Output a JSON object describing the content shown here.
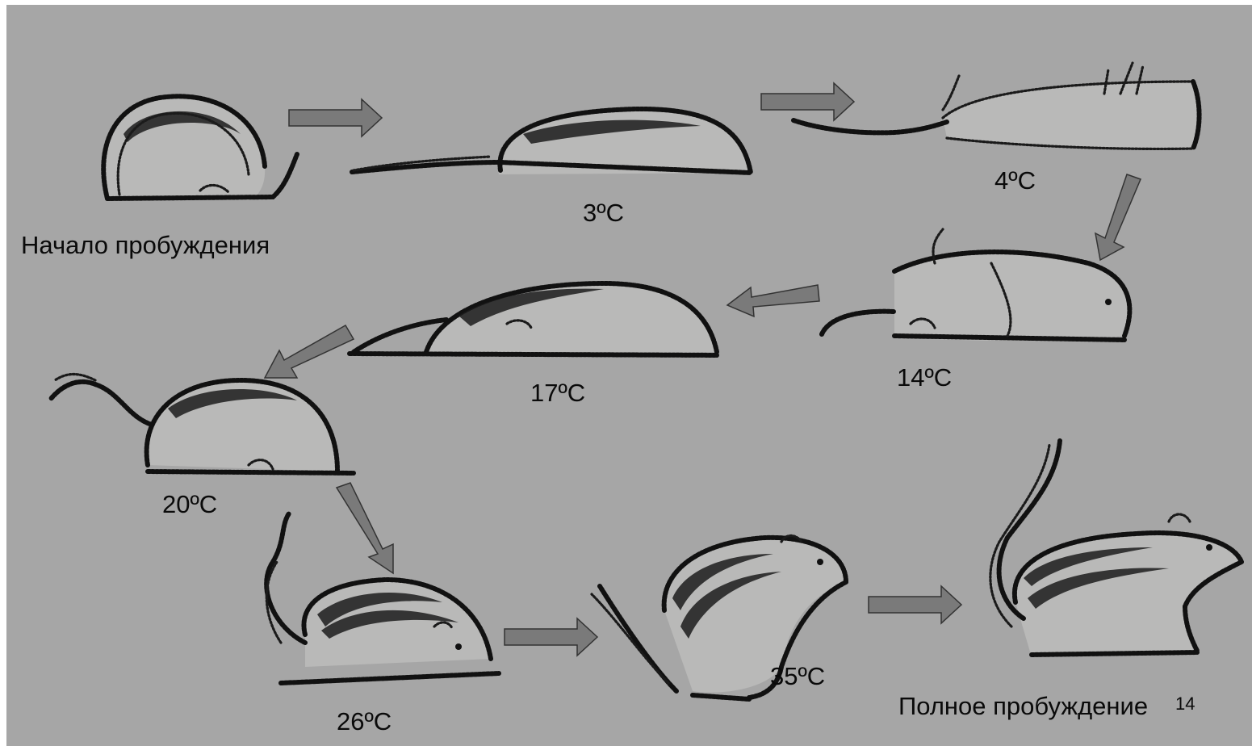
{
  "stages": [
    {
      "id": "start",
      "caption": "Начало пробуждения"
    },
    {
      "id": "t3",
      "temperature": "3ºC"
    },
    {
      "id": "t4",
      "temperature": "4ºC"
    },
    {
      "id": "t14",
      "temperature": "14ºC"
    },
    {
      "id": "t17",
      "temperature": "17ºC"
    },
    {
      "id": "t20",
      "temperature": "20ºC"
    },
    {
      "id": "t26",
      "temperature": "26ºC"
    },
    {
      "id": "t35",
      "temperature": "35ºC"
    },
    {
      "id": "end",
      "caption": "Полное пробуждение"
    }
  ],
  "page_number": "14",
  "colors": {
    "background": "#a6a6a6",
    "arrow_fill": "#7a7a7a",
    "ink": "#1a1a1a"
  }
}
